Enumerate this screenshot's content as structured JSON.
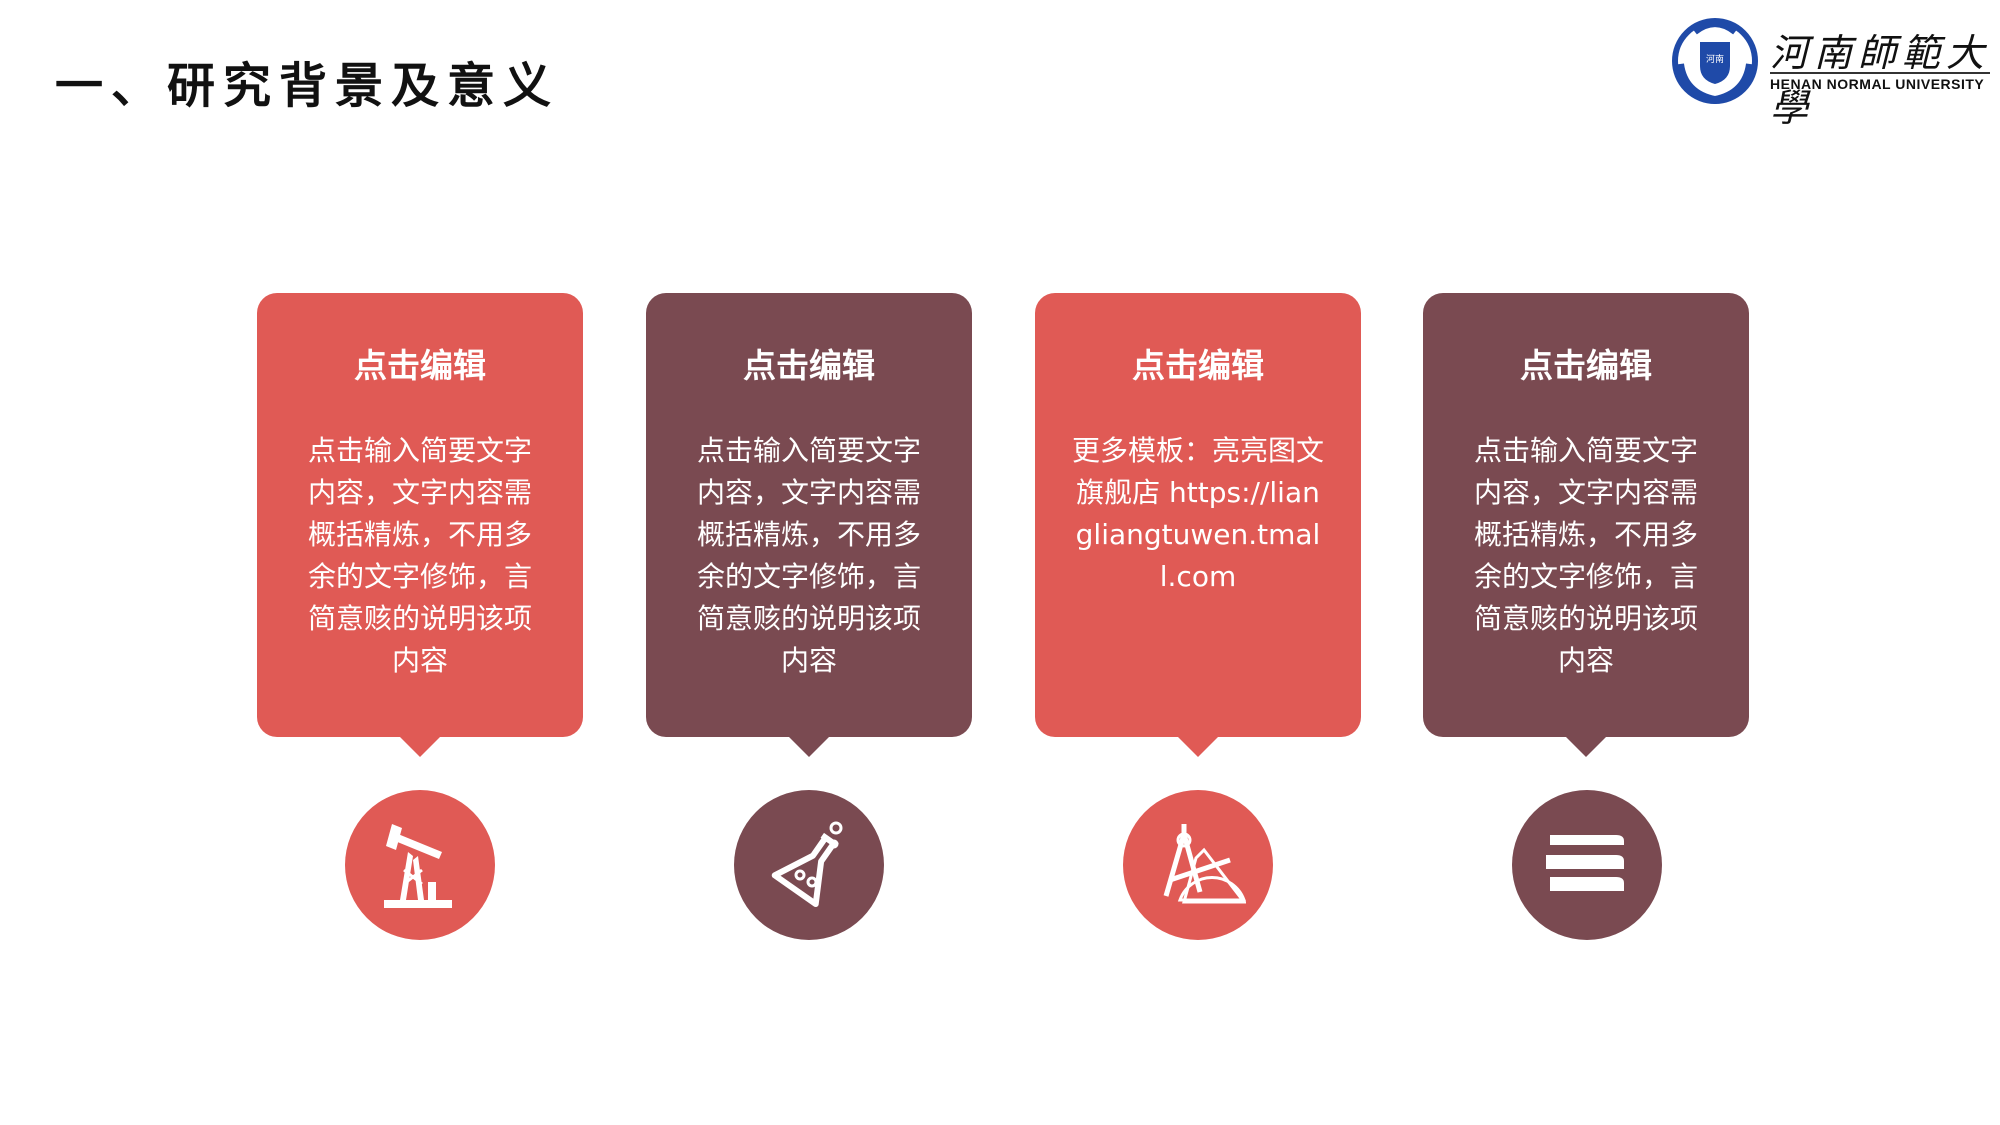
{
  "header": {
    "title": "一、研究背景及意义"
  },
  "logo": {
    "name_cn": "河南師範大學",
    "name_en": "HENAN NORMAL UNIVERSITY"
  },
  "colors": {
    "red": "#E05A55",
    "dark": "#7A4A51"
  },
  "cards": [
    {
      "title": "点击编辑",
      "body": "点击输入简要文字内容，文字内容需概括精炼，不用多余的文字修饰，言简意赅的说明该项内容",
      "icon": "oil-pump-icon",
      "color": "red"
    },
    {
      "title": "点击编辑",
      "body": "点击输入简要文字内容，文字内容需概括精炼，不用多余的文字修饰，言简意赅的说明该项内容",
      "icon": "flask-icon",
      "color": "dark"
    },
    {
      "title": "点击编辑",
      "body": "更多模板：亮亮图文旗舰店 https://liangliangtuwen.tmall.com",
      "icon": "compass-ruler-icon",
      "color": "red"
    },
    {
      "title": "点击编辑",
      "body": "点击输入简要文字内容，文字内容需概括精炼，不用多余的文字修饰，言简意赅的说明该项内容",
      "icon": "books-icon",
      "color": "dark"
    }
  ]
}
